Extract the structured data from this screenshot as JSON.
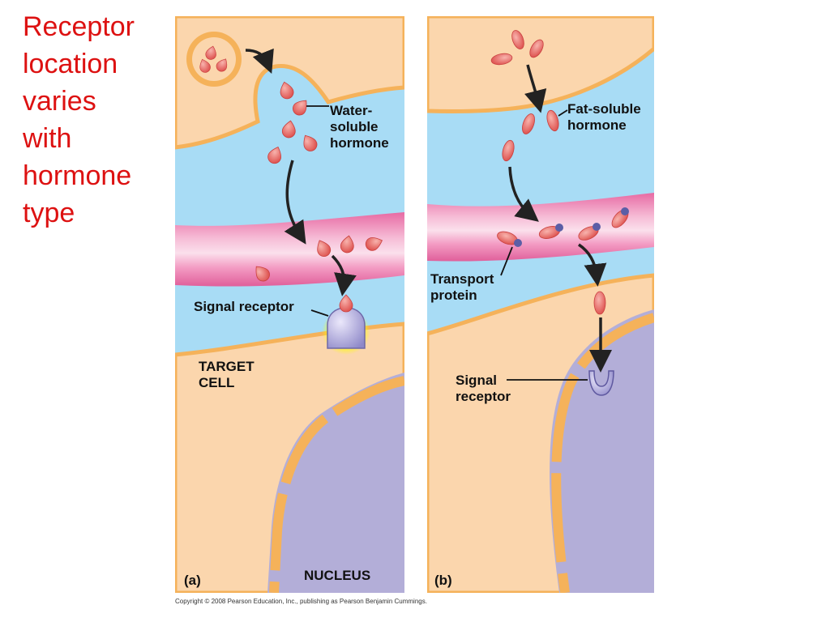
{
  "slide": {
    "title_lines": [
      "Receptor",
      "location",
      "varies",
      "with",
      "hormone",
      "type"
    ]
  },
  "panel_a": {
    "tag": "(a)",
    "hormone_label": [
      "Water-",
      "soluble",
      "hormone"
    ],
    "receptor_label": "Signal receptor",
    "cell_label": [
      "TARGET",
      "CELL"
    ],
    "nucleus_label": "NUCLEUS"
  },
  "panel_b": {
    "tag": "(b)",
    "hormone_label": [
      "Fat-soluble",
      "hormone"
    ],
    "transport_label": [
      "Transport",
      "protein"
    ],
    "receptor_label": [
      "Signal",
      "receptor"
    ]
  },
  "copyright": "Copyright © 2008 Pearson Education, Inc., publishing as Pearson Benjamin Cummings.",
  "colors": {
    "title": "#dd1111",
    "cytoplasm": "#fbd6ad",
    "interstitial": "#a8dcf5",
    "membrane": "#f5b25a",
    "blood_vessel": "#ec86b5",
    "hormone": "#ec6d67",
    "receptor": "#a9a4dc",
    "nucleus": "#b3aed8"
  }
}
